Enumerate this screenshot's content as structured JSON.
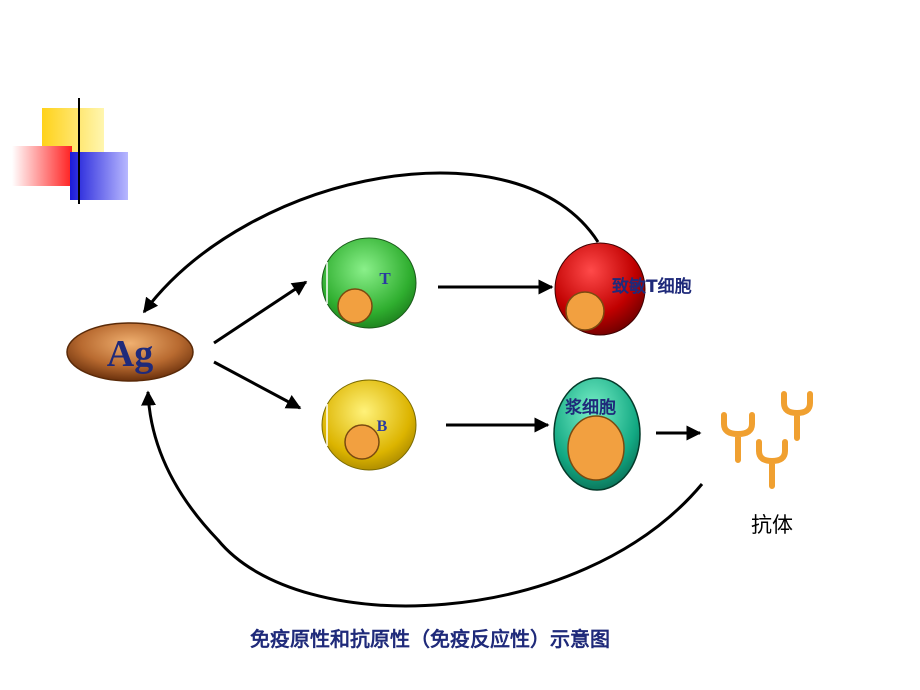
{
  "labels": {
    "antigen": "Ag",
    "t_cell": "T",
    "b_cell": "B",
    "effector_t": "致敏T细胞",
    "plasma_cell": "浆细胞",
    "antibody": "抗体",
    "caption": "免疫原性和抗原性（免疫反应性）示意图"
  },
  "colors": {
    "antigen": "#7a3a12",
    "t_cell": "#33b233",
    "b_cell": "#e0b800",
    "effector_t": "#b00000",
    "plasma_cell": "#10a880",
    "nucleus": "#f0a040",
    "antibody": "#f0a030",
    "label_blue": "#1f2a7a",
    "deco_yellow": "#ffe14d",
    "deco_red": "#ff2a2a",
    "deco_blue": "#2a2adf"
  }
}
